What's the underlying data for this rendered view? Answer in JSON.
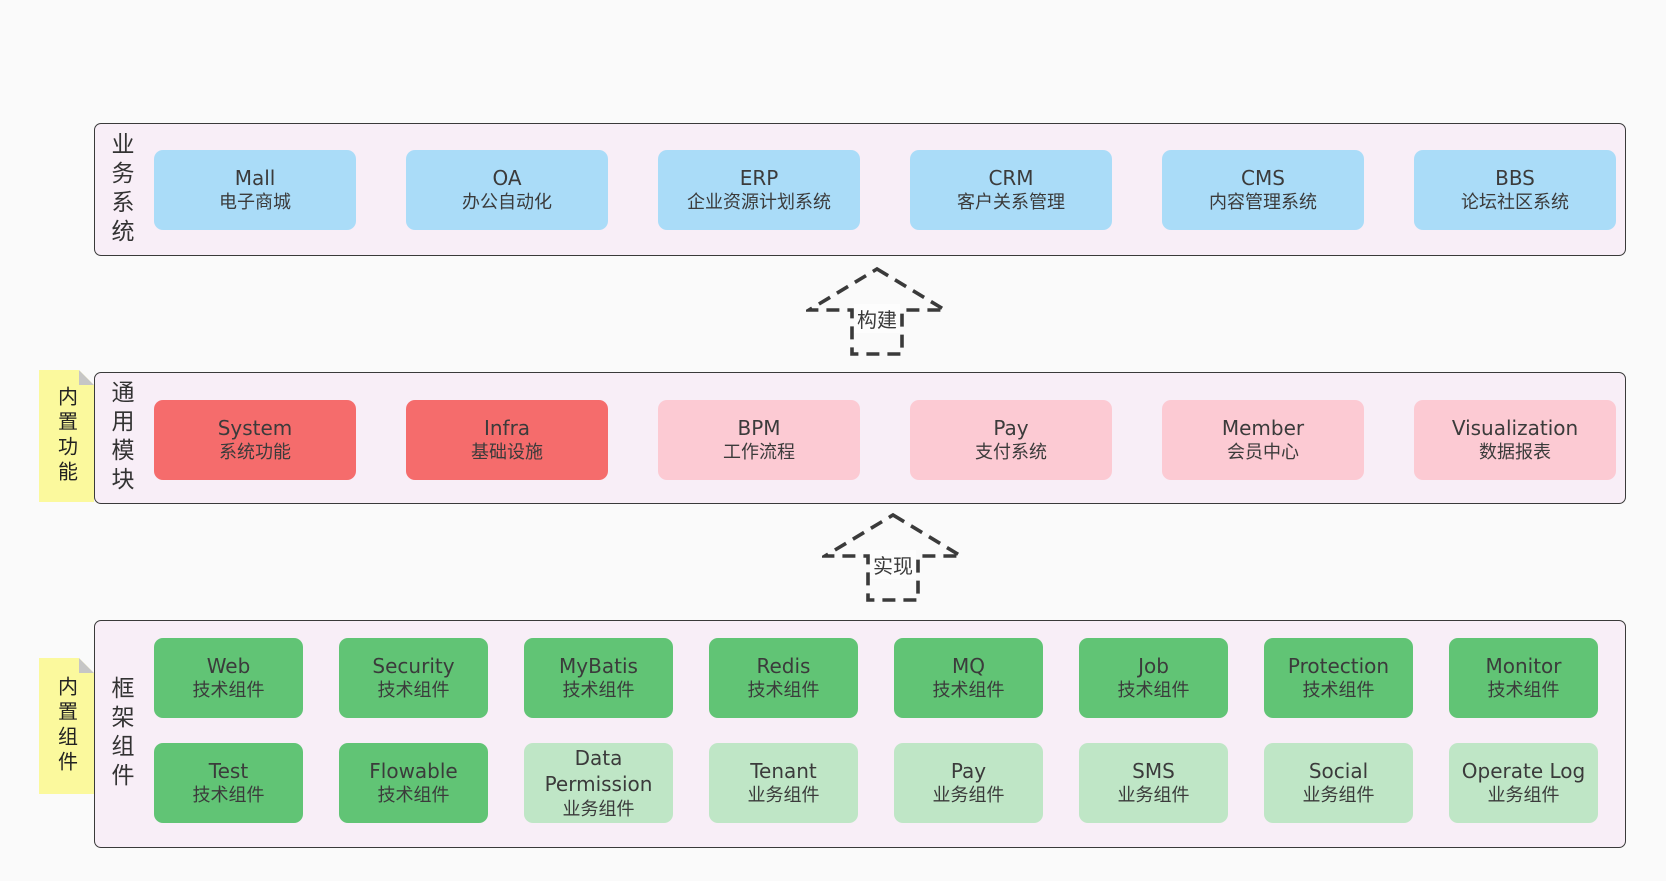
{
  "diagram": {
    "title_hint": "framework architecture diagram",
    "colors": {
      "page_background": "#fafafa",
      "panel_background": "#f8eef7",
      "panel_border": "#3a3a3a",
      "blue_box": "#aadcf8",
      "red_box": "#f56c6c",
      "pink_box": "#fccad3",
      "green_dark_box": "#61c475",
      "green_light_box": "#bfe6c6",
      "sticky_note": "#fbf99d",
      "sticky_fold": "#c6c6c6",
      "arrow_stroke": "#3a3a3a",
      "text": "#3b3b3b"
    },
    "business": {
      "side_label": "业务系统",
      "boxes": [
        {
          "title": "Mall",
          "subtitle": "电子商城"
        },
        {
          "title": "OA",
          "subtitle": "办公自动化"
        },
        {
          "title": "ERP",
          "subtitle": "企业资源计划系统"
        },
        {
          "title": "CRM",
          "subtitle": "客户关系管理"
        },
        {
          "title": "CMS",
          "subtitle": "内容管理系统"
        },
        {
          "title": "BBS",
          "subtitle": "论坛社区系统"
        }
      ]
    },
    "arrow_build": {
      "label": "构建"
    },
    "modules": {
      "side_label": "通用模块",
      "sticky_label": "内置功能",
      "boxes": [
        {
          "title": "System",
          "subtitle": "系统功能",
          "variant": "red"
        },
        {
          "title": "Infra",
          "subtitle": "基础设施",
          "variant": "red"
        },
        {
          "title": "BPM",
          "subtitle": "工作流程",
          "variant": "pink"
        },
        {
          "title": "Pay",
          "subtitle": "支付系统",
          "variant": "pink"
        },
        {
          "title": "Member",
          "subtitle": "会员中心",
          "variant": "pink"
        },
        {
          "title": "Visualization",
          "subtitle": "数据报表",
          "variant": "pink"
        }
      ]
    },
    "arrow_implement": {
      "label": "实现"
    },
    "components": {
      "side_label": "框架组件",
      "sticky_label": "内置组件",
      "row1": [
        {
          "title": "Web",
          "subtitle": "技术组件",
          "variant": "green-dark"
        },
        {
          "title": "Security",
          "subtitle": "技术组件",
          "variant": "green-dark"
        },
        {
          "title": "MyBatis",
          "subtitle": "技术组件",
          "variant": "green-dark"
        },
        {
          "title": "Redis",
          "subtitle": "技术组件",
          "variant": "green-dark"
        },
        {
          "title": "MQ",
          "subtitle": "技术组件",
          "variant": "green-dark"
        },
        {
          "title": "Job",
          "subtitle": "技术组件",
          "variant": "green-dark"
        },
        {
          "title": "Protection",
          "subtitle": "技术组件",
          "variant": "green-dark"
        },
        {
          "title": "Monitor",
          "subtitle": "技术组件",
          "variant": "green-dark"
        }
      ],
      "row2": [
        {
          "title": "Test",
          "subtitle": "技术组件",
          "variant": "green-dark"
        },
        {
          "title": "Flowable",
          "subtitle": "技术组件",
          "variant": "green-dark"
        },
        {
          "title": "Data Permission",
          "subtitle": "业务组件",
          "variant": "green-light"
        },
        {
          "title": "Tenant",
          "subtitle": "业务组件",
          "variant": "green-light"
        },
        {
          "title": "Pay",
          "subtitle": "业务组件",
          "variant": "green-light"
        },
        {
          "title": "SMS",
          "subtitle": "业务组件",
          "variant": "green-light"
        },
        {
          "title": "Social",
          "subtitle": "业务组件",
          "variant": "green-light"
        },
        {
          "title": "Operate Log",
          "subtitle": "业务组件",
          "variant": "green-light"
        }
      ]
    }
  }
}
